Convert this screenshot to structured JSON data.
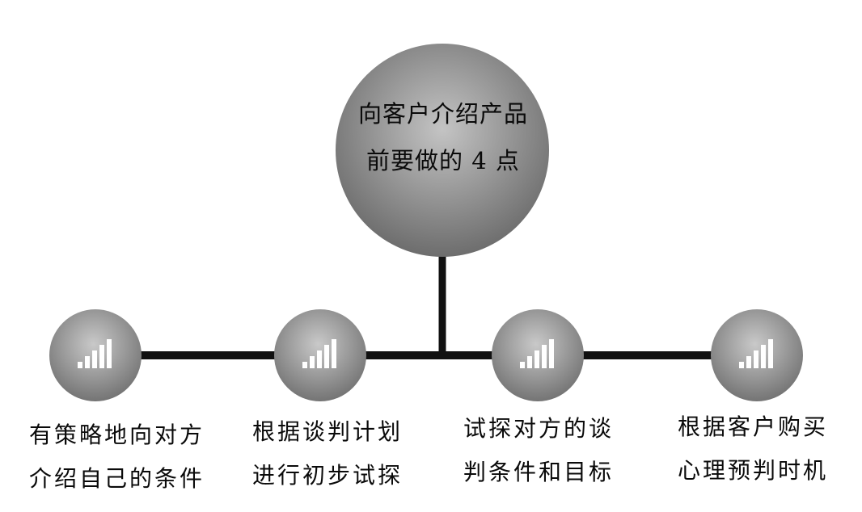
{
  "center": {
    "line1": "向客户介绍产品",
    "line2": "前要做的 4 点"
  },
  "nodes": [
    {
      "icon": "signal-bars-icon",
      "line1": "有策略地向对方",
      "line2": "介绍自己的条件"
    },
    {
      "icon": "signal-bars-icon",
      "line1": "根据谈判计划",
      "line2": "进行初步试探"
    },
    {
      "icon": "signal-bars-icon",
      "line1": "试探对方的谈",
      "line2": "判条件和目标"
    },
    {
      "icon": "signal-bars-icon",
      "line1": "根据客户购买",
      "line2": "心理预判时机"
    }
  ],
  "colors": {
    "connector": "#111111",
    "circle_light": "#cfcfcf",
    "circle_dark": "#6f6f6f",
    "bars": "#ffffff"
  }
}
